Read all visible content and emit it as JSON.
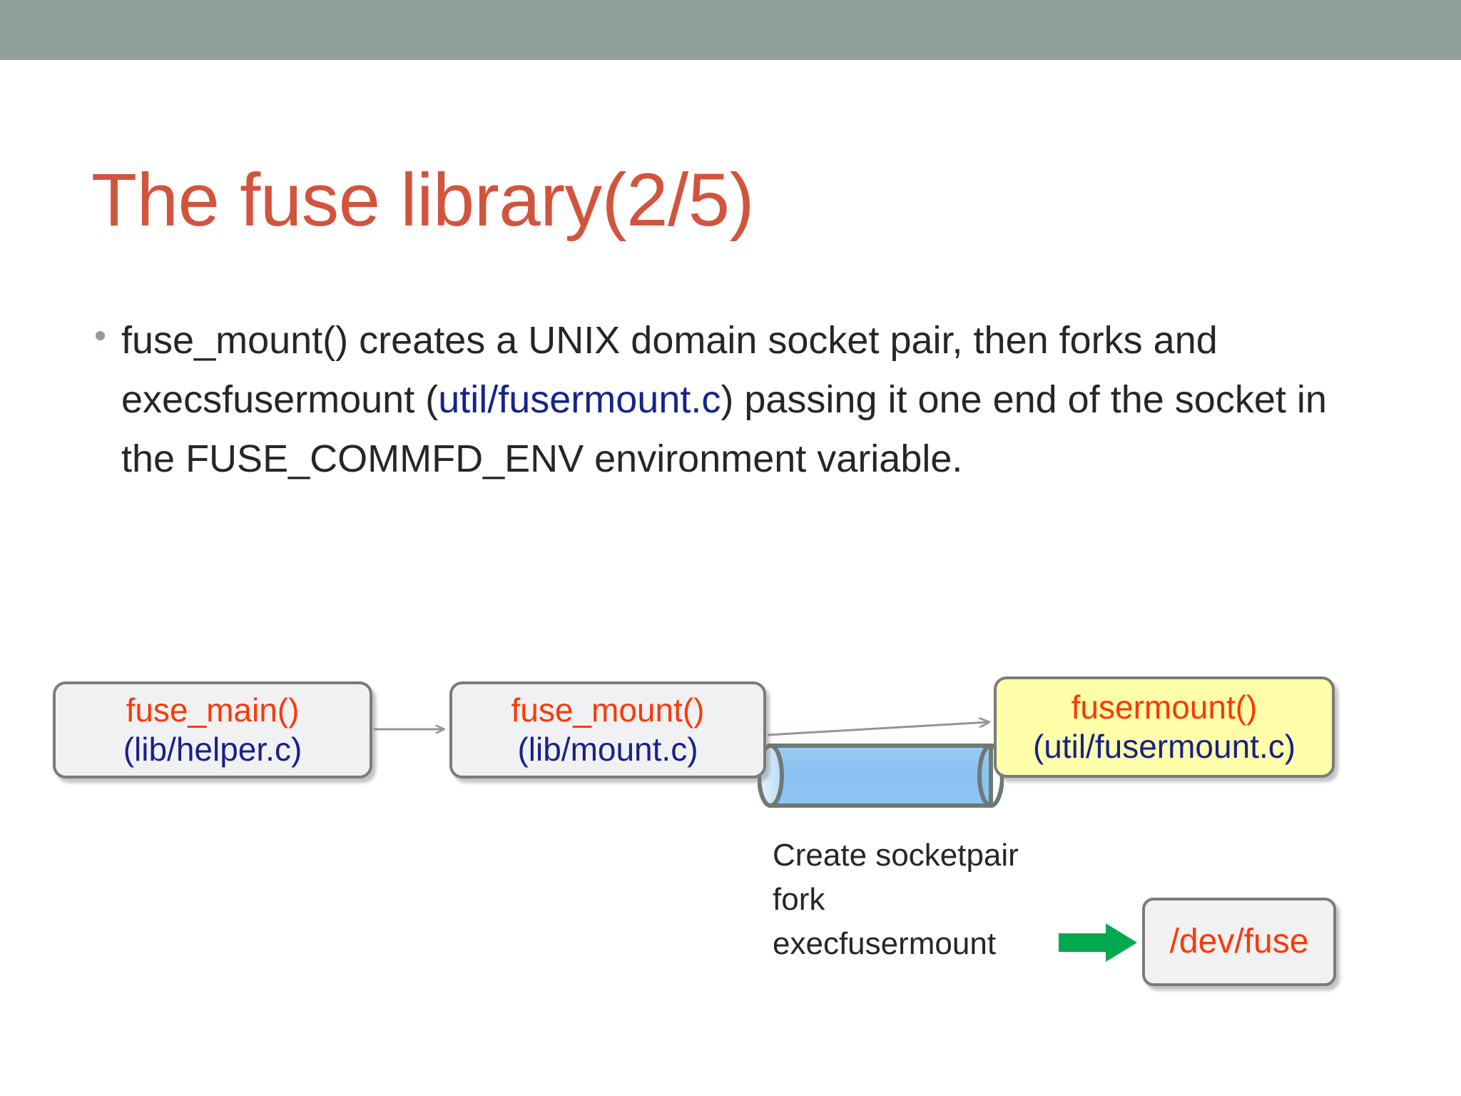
{
  "slide": {
    "title": "The fuse library(2/5)",
    "header_band_color": "#92a09a",
    "title_color": "#d2543d",
    "background_color": "#ffffff"
  },
  "body": {
    "bullet_marker": "bullet-dot",
    "bullet_color": "#8da096",
    "text_color": "#262626",
    "link_color": "#14248c",
    "segments": {
      "part1": "fuse_mount() creates a UNIX domain socket pair, then forks and execsfusermount (",
      "link": "util/fusermount.c",
      "part2": ") passing it one end of the socket in the FUSE_COMMFD_ENV environment variable."
    },
    "full_text": "fuse_mount() creates a UNIX domain socket pair, then forks and execsfusermount (util/fusermount.c) passing it one end of the socket in the FUSE_COMMFD_ENV environment variable."
  },
  "diagram": {
    "nodes": [
      {
        "id": "fuse-main",
        "fn": "fuse_main()",
        "file": "(lib/helper.c)",
        "fill": "#f1f1f3",
        "border": "#7b7b7b"
      },
      {
        "id": "fuse-mount",
        "fn": "fuse_mount()",
        "file": "(lib/mount.c)",
        "fill": "#f1f1f3",
        "border": "#7b7b7b"
      },
      {
        "id": "fusermount",
        "fn": "fusermount()",
        "file": "(util/fusermount.c)",
        "fill": "#ffffa9",
        "border": "#7b7b7b"
      },
      {
        "id": "dev-fuse",
        "fn": "/dev/fuse",
        "file": "",
        "fill": "#f1f1f3",
        "border": "#7b7b7b"
      }
    ],
    "socket_cylinder": {
      "label": "socket-pair-cylinder",
      "fill": "#8dc4f2",
      "border": "#6d7a74"
    },
    "caption_lines": [
      "Create socketpair",
      "fork",
      "execfusermount"
    ],
    "green_arrow_color": "#00a94f",
    "connector_color": "#8c9a93",
    "fn_text_color": "#f93a06",
    "file_text_color": "#17218a"
  }
}
